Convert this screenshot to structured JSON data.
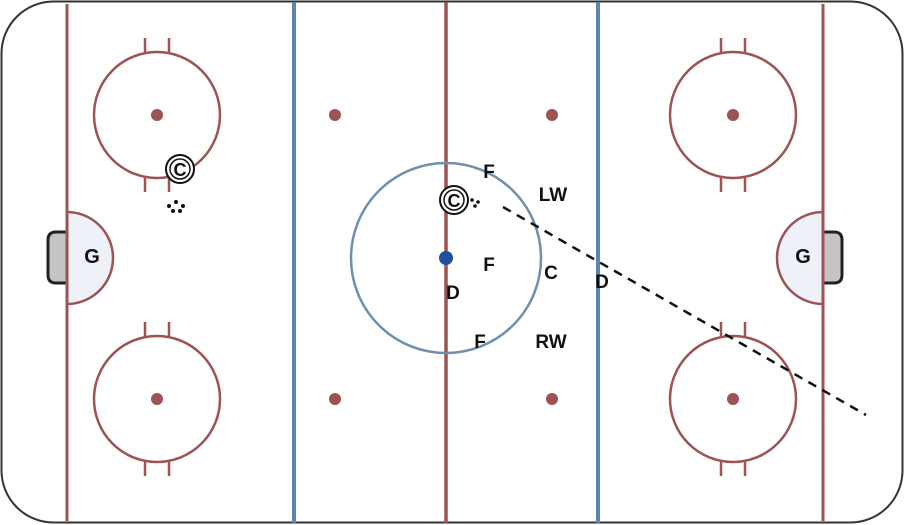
{
  "colors": {
    "red_line": "#9b5353",
    "blue_line": "#5b86b0",
    "center_circle": "#6f8fae",
    "center_dot": "#1f4f9e",
    "crease_fill": "#eef1f8",
    "net_fill": "#c4c4c4",
    "border": "#333333",
    "text": "#111111"
  },
  "players": {
    "g_left": "G",
    "g_right": "G",
    "c_left": "C",
    "c_center": "C",
    "f_top": "F",
    "f_mid": "F",
    "f_bottom": "F",
    "d_left": "D",
    "d_right": "D",
    "lw": "LW",
    "c": "C",
    "rw": "RW"
  }
}
